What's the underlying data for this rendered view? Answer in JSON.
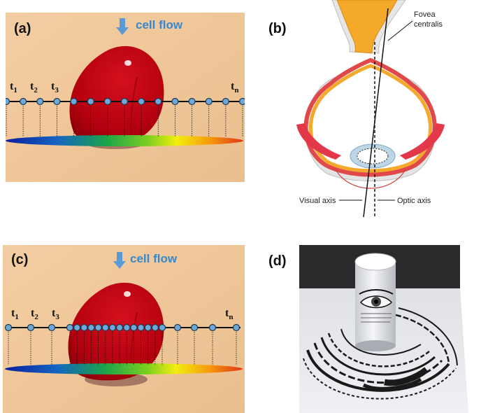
{
  "panels": {
    "a": {
      "label": "(a)",
      "flow_label": "cell flow",
      "sample_points": 15,
      "time_labels": {
        "first": "t",
        "first_sub": "1",
        "second": "t",
        "second_sub": "2",
        "third": "t",
        "third_sub": "3",
        "last": "t",
        "last_sub": "n"
      }
    },
    "b": {
      "label": "(b)",
      "fovea_label_line1": "Fovea",
      "fovea_label_line2": "centralis",
      "visual_axis_label": "Visual axis",
      "optic_axis_label": "Optic axis"
    },
    "c": {
      "label": "(c)",
      "flow_label": "cell flow",
      "sample_points": 21,
      "time_labels": {
        "first": "t",
        "first_sub": "1",
        "second": "t",
        "second_sub": "2",
        "third": "t",
        "third_sub": "3",
        "last": "t",
        "last_sub": "n"
      }
    },
    "d": {
      "label": "(d)"
    }
  },
  "colors": {
    "background_beige": "#f0c99b",
    "cell_red": "#b5000f",
    "point_fill": "#6fa7d6",
    "arrow_blue": "#5b9bd5",
    "flow_text": "#3b87c9",
    "spectrum": [
      "#0a1fa0",
      "#1565c0",
      "#1aa34a",
      "#7ccf1f",
      "#f2ee10",
      "#f59a0c",
      "#e0351a"
    ]
  }
}
